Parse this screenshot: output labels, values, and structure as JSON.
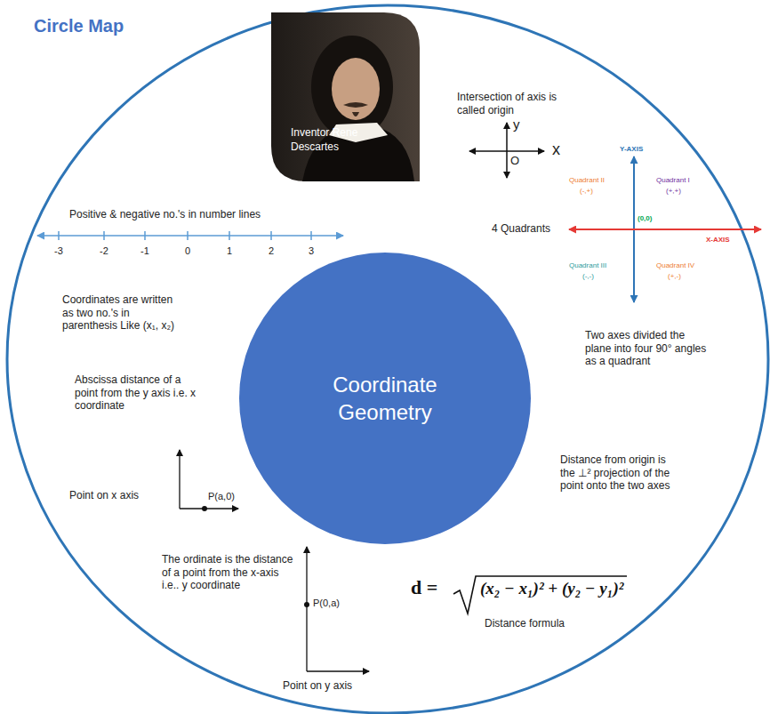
{
  "diagram": {
    "title": "Circle Map",
    "nodes": [
      {
        "text": [
          "Inventor Rene Descartes"
        ]
      },
      {
        "text": [
          "Coordinate Geometry"
        ]
      }
    ],
    "labels": [
      "Intersection of axis is called origin",
      "y",
      "x",
      "O",
      "Y-AXIS",
      "Quadrant II",
      "(-,+)",
      "Quadrant I",
      "(+,+)",
      "(0,0)",
      "X-AXIS",
      "Quadrant III",
      "(-,-)",
      "Quadrant IV",
      "(+,-)",
      "4 Quadrants",
      "Positive & negative no.'s in number lines",
      "-3",
      "-2",
      "-1",
      "0",
      "1",
      "2",
      "3",
      "Coordinates are written as two no.'s in parenthesis Like (x₁, x₂)",
      "Abscissa distance of a point from the y axis i.e. x coordinate",
      "Point on x axis",
      "P(a,0)",
      "Two axes divided the plane into four 90° angles as a quadrant",
      "Distance from origin is the ⊥² projection of the point onto the two axes",
      "The ordinate is the distance of a point from the x-axis i.e.. y coordinate",
      "P(0,a)",
      "Point on y axis",
      "d =",
      "(x₂ − x₁)² + (y₂ − y₁)²",
      "Distance formula"
    ]
  }
}
